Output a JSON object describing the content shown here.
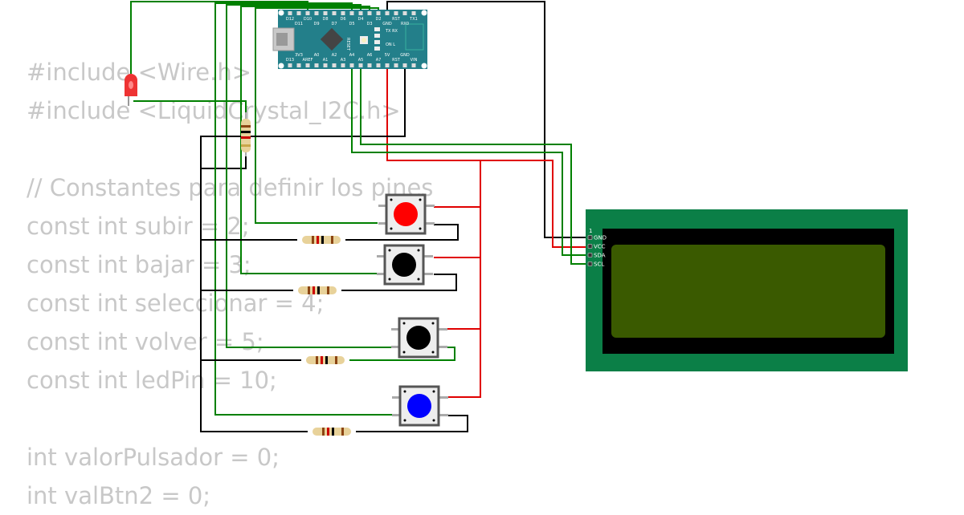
{
  "code_lines": [
    "#include <Wire.h>",
    "#include <LiquidCrystal_I2C.h>",
    "",
    "// Constantes para definir los pines",
    "const int subir = 2;",
    "const int bajar = 3;",
    "const int seleccionar = 4;",
    "const int volver = 5;",
    "const int ledPin = 10;",
    "",
    "int valorPulsador = 0;",
    "int valBtn2 = 0;"
  ],
  "arduino": {
    "top_pins": [
      "D12",
      "D11",
      "D10",
      "D9",
      "D8",
      "D7",
      "D6",
      "D5",
      "D4",
      "D3",
      "D2",
      "GND",
      "RST",
      "RX0",
      "TX1"
    ],
    "bottom_pins": [
      "D13",
      "3V3",
      "AREF",
      "A0",
      "A1",
      "A2",
      "A3",
      "A4",
      "A5",
      "A6",
      "A7",
      "5V",
      "RST",
      "GND",
      "VIN"
    ],
    "labels": {
      "reset": "RESET",
      "txrx": "TX RX",
      "onl": "ON L"
    }
  },
  "lcd": {
    "pin_index": "1",
    "pins": [
      "GND",
      "VCC",
      "SDA",
      "SCL"
    ]
  },
  "buttons": [
    {
      "name": "button-red",
      "color": "#ff0000"
    },
    {
      "name": "button-black-1",
      "color": "#000000"
    },
    {
      "name": "button-black-2",
      "color": "#000000"
    },
    {
      "name": "button-blue",
      "color": "#0000ff"
    }
  ],
  "colors": {
    "wire_green": "#008000",
    "wire_red": "#e00000",
    "wire_black": "#000000",
    "arduino": "#237f8a",
    "lcd_board": "#0b7f47",
    "lcd_screen": "#3a5a00"
  }
}
